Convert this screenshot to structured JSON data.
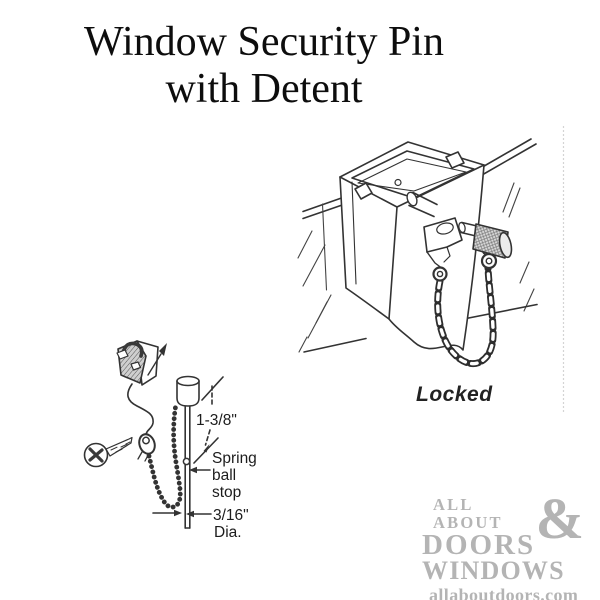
{
  "page": {
    "background": "#ffffff"
  },
  "title": {
    "line1": "Window Security Pin",
    "line2": "with Detent"
  },
  "diagrams": {
    "pin_detail": {
      "description": "Exploded view of security pin with ball chain, mounting ring, screw and spring clip",
      "labels": {
        "length": "1-3/8\"",
        "spring_line1": "Spring",
        "spring_line2": "ball",
        "spring_line3": "stop",
        "diameter": "3/16\"",
        "diameter_unit": "Dia."
      }
    },
    "locked_view": {
      "description": "Security pin installed through window frame with chain loop",
      "caption": "Locked"
    }
  },
  "watermark": {
    "line1": "ALL ABOUT",
    "line2": "DOORS",
    "ampersand": "&",
    "line3": "WINDOWS",
    "website": "allaboutdoors.com"
  },
  "colors": {
    "ink": "#333333",
    "watermark_gray": "#b4b4b4",
    "background": "#ffffff"
  }
}
